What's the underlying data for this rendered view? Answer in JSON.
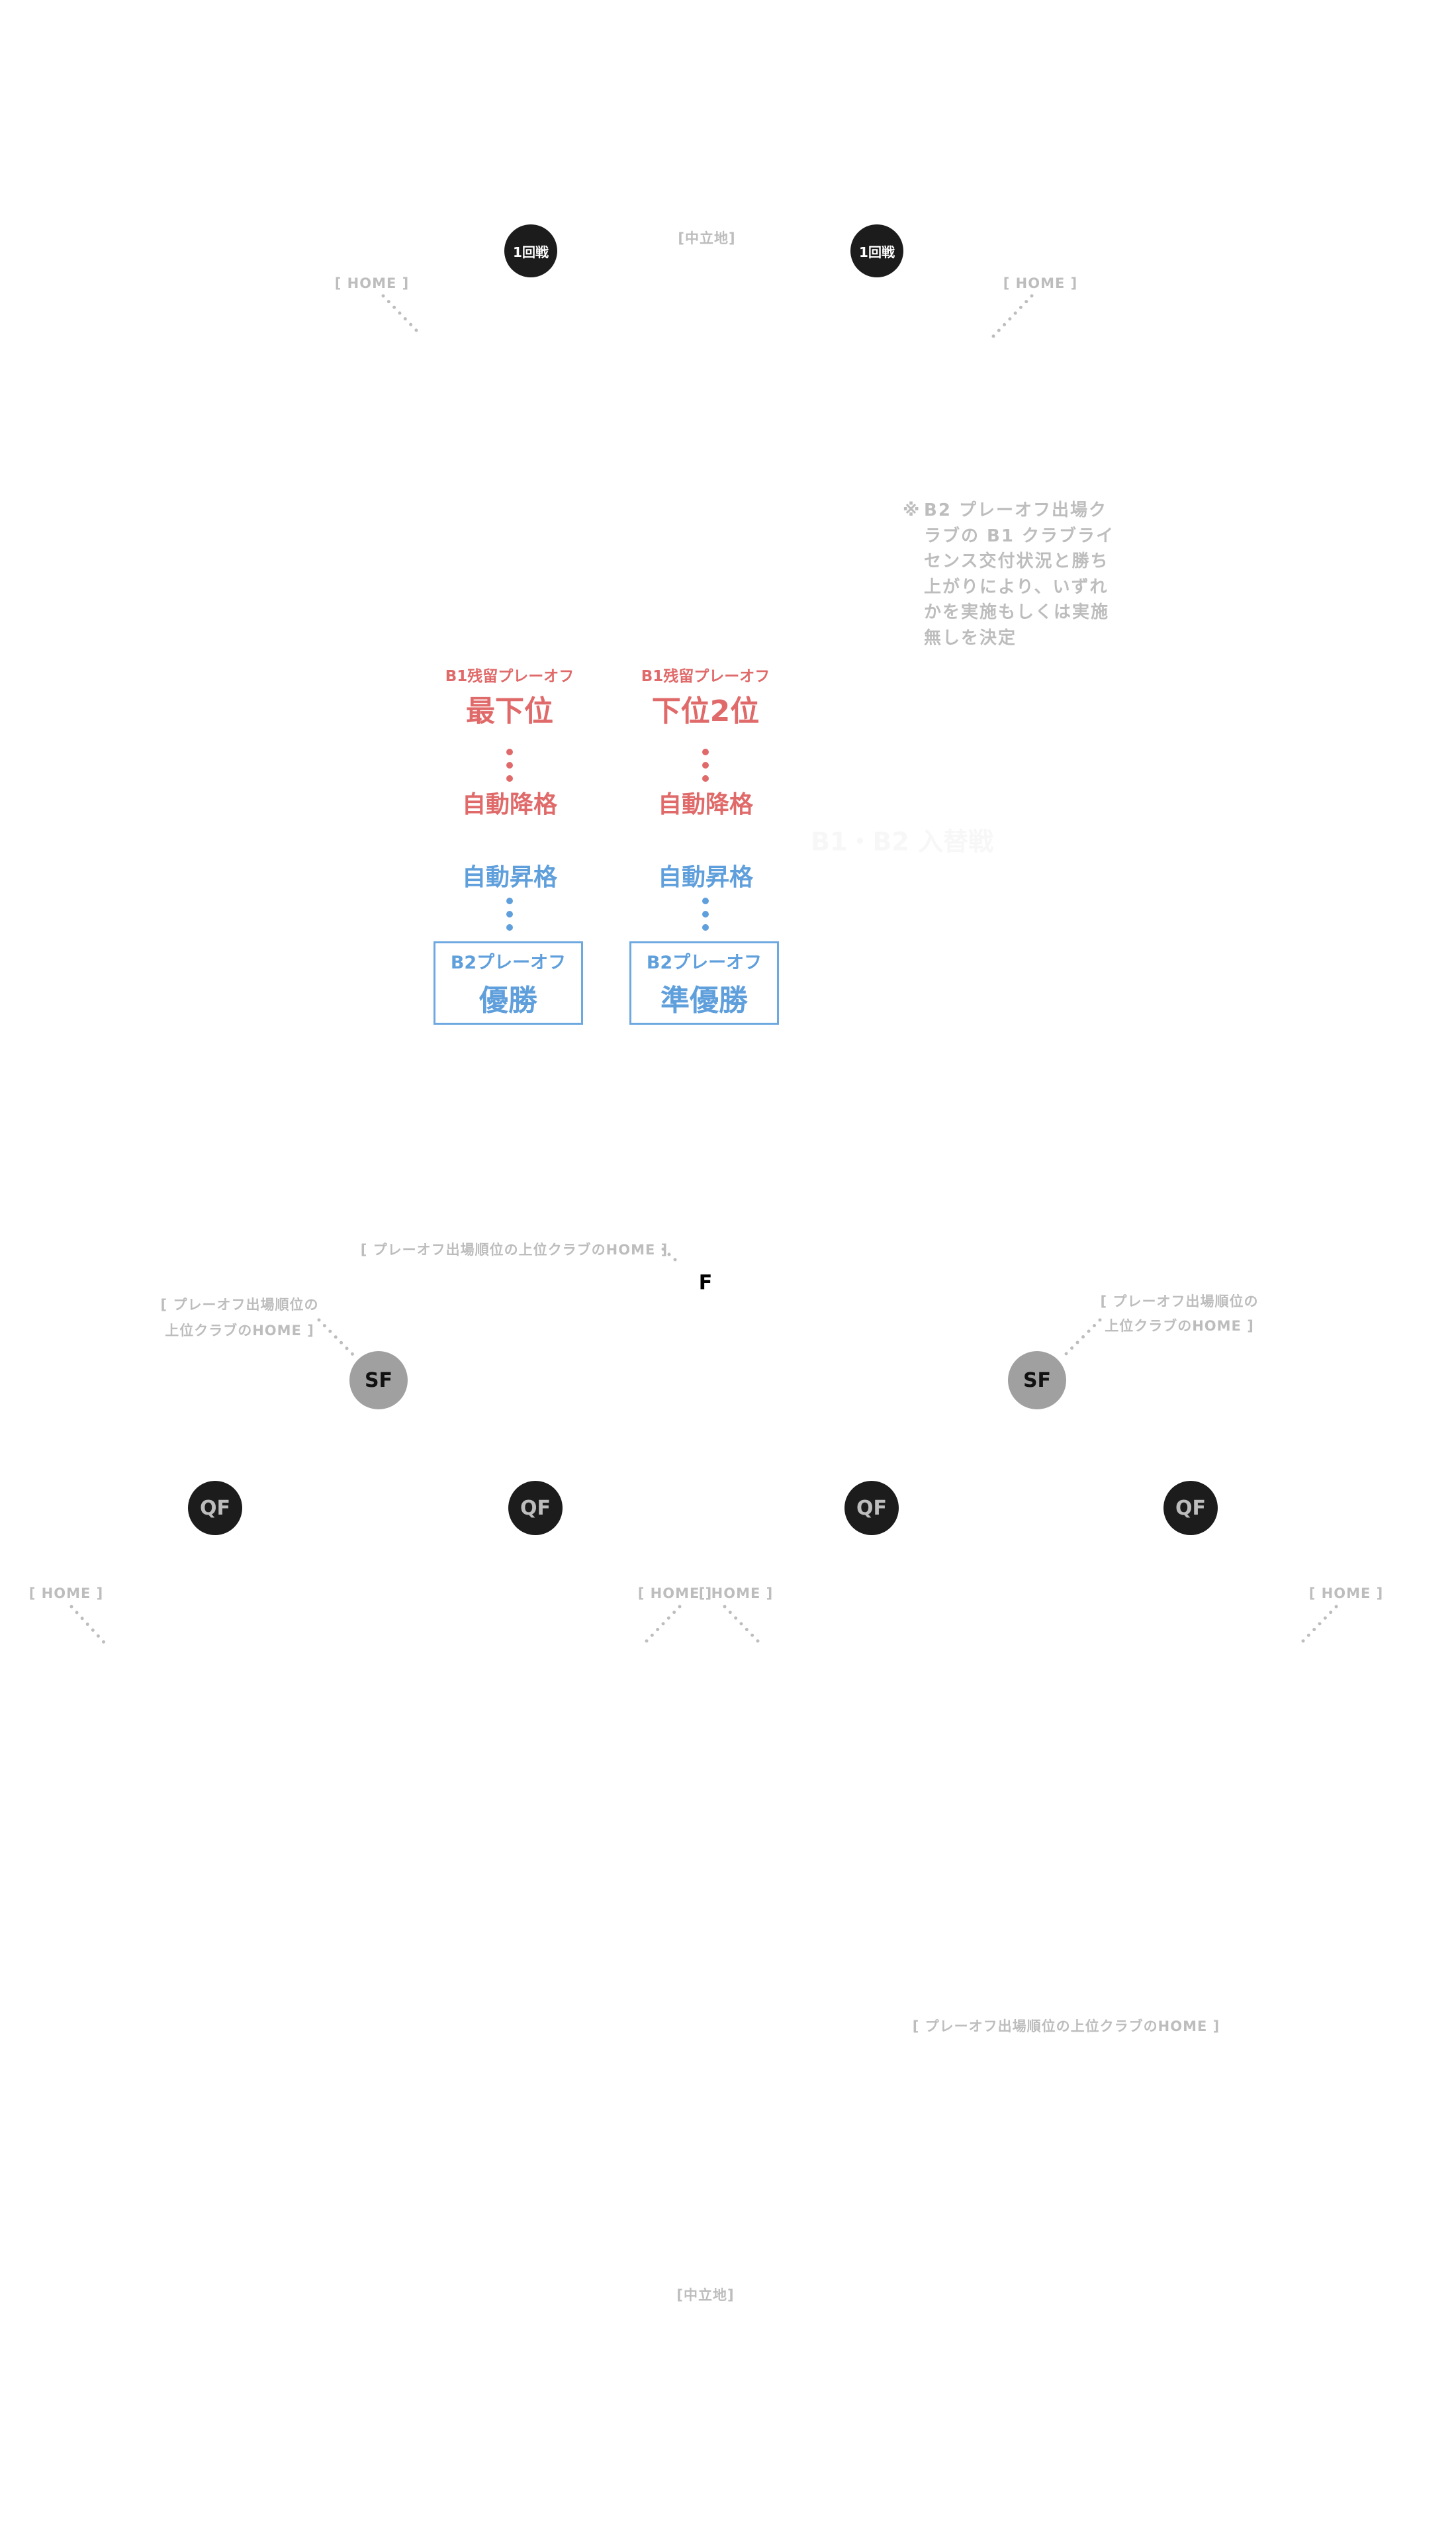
{
  "top": {
    "round1_left": "1回戦",
    "round1_right": "1回戦",
    "neutral": "[中立地]",
    "home_left": "[ HOME ]",
    "home_right": "[ HOME ]"
  },
  "note": {
    "mark": "※",
    "text": "B2 プレーオフ出場クラブの B1 クラブライセンス交付状況と勝ち上がりにより、いずれかを実施もしくは実施無しを決定"
  },
  "exchange": {
    "faint_title": "B1・B2 入替戦",
    "columns": [
      {
        "b1_label": "B1残留プレーオフ",
        "b1_rank": "最下位",
        "relegation": "自動降格",
        "promotion": "自動昇格",
        "b2_label": "B2プレーオフ",
        "b2_rank": "優勝"
      },
      {
        "b1_label": "B1残留プレーオフ",
        "b1_rank": "下位2位",
        "relegation": "自動降格",
        "promotion": "自動昇格",
        "b2_label": "B2プレーオフ",
        "b2_rank": "準優勝"
      }
    ],
    "colors": {
      "relegation": "#e06a6a",
      "promotion": "#5f9fdc"
    }
  },
  "bracket": {
    "final": "F",
    "final_home": "[ プレーオフ出場順位の上位クラブのHOME ]",
    "sf_left_home_line1": "[ プレーオフ出場順位の",
    "sf_left_home_line2": "上位クラブのHOME ]",
    "sf_right_home_line1": "[ プレーオフ出場順位の",
    "sf_right_home_line2": "上位クラブのHOME ]",
    "sf": [
      "SF",
      "SF"
    ],
    "qf": [
      "QF",
      "QF",
      "QF",
      "QF"
    ],
    "qf_home": [
      "[ HOME ]",
      "[ HOME ]",
      "[ HOME ]",
      "[ HOME ]"
    ],
    "third_place_home": "[ プレーオフ出場順位の上位クラブのHOME ]",
    "neutral": "[中立地]"
  }
}
